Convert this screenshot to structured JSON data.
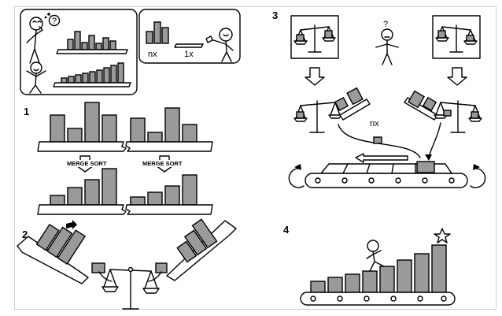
{
  "steps": {
    "s1": "1",
    "s2": "2",
    "s3": "3",
    "s4": "4"
  },
  "labels": {
    "merge_sort_left": "MERGE SORT",
    "merge_sort_right": "MERGE SORT",
    "nx_legend": "nx",
    "one_x": "1x",
    "nx_conveyor": "nx",
    "question": "?",
    "thought_question": "?"
  },
  "colors": {
    "bar_fill": "#9a9a9a",
    "ink": "#000000",
    "paper": "#ffffff"
  },
  "icons": [
    "thinking-person-icon",
    "happy-person-icon",
    "presenter-person-icon",
    "confused-person-icon",
    "climbing-person-icon",
    "balance-scale-icon",
    "star-icon",
    "pointing-hand-icon",
    "rotate-arrow-icon",
    "down-arrow-icon",
    "left-arrow-icon"
  ]
}
